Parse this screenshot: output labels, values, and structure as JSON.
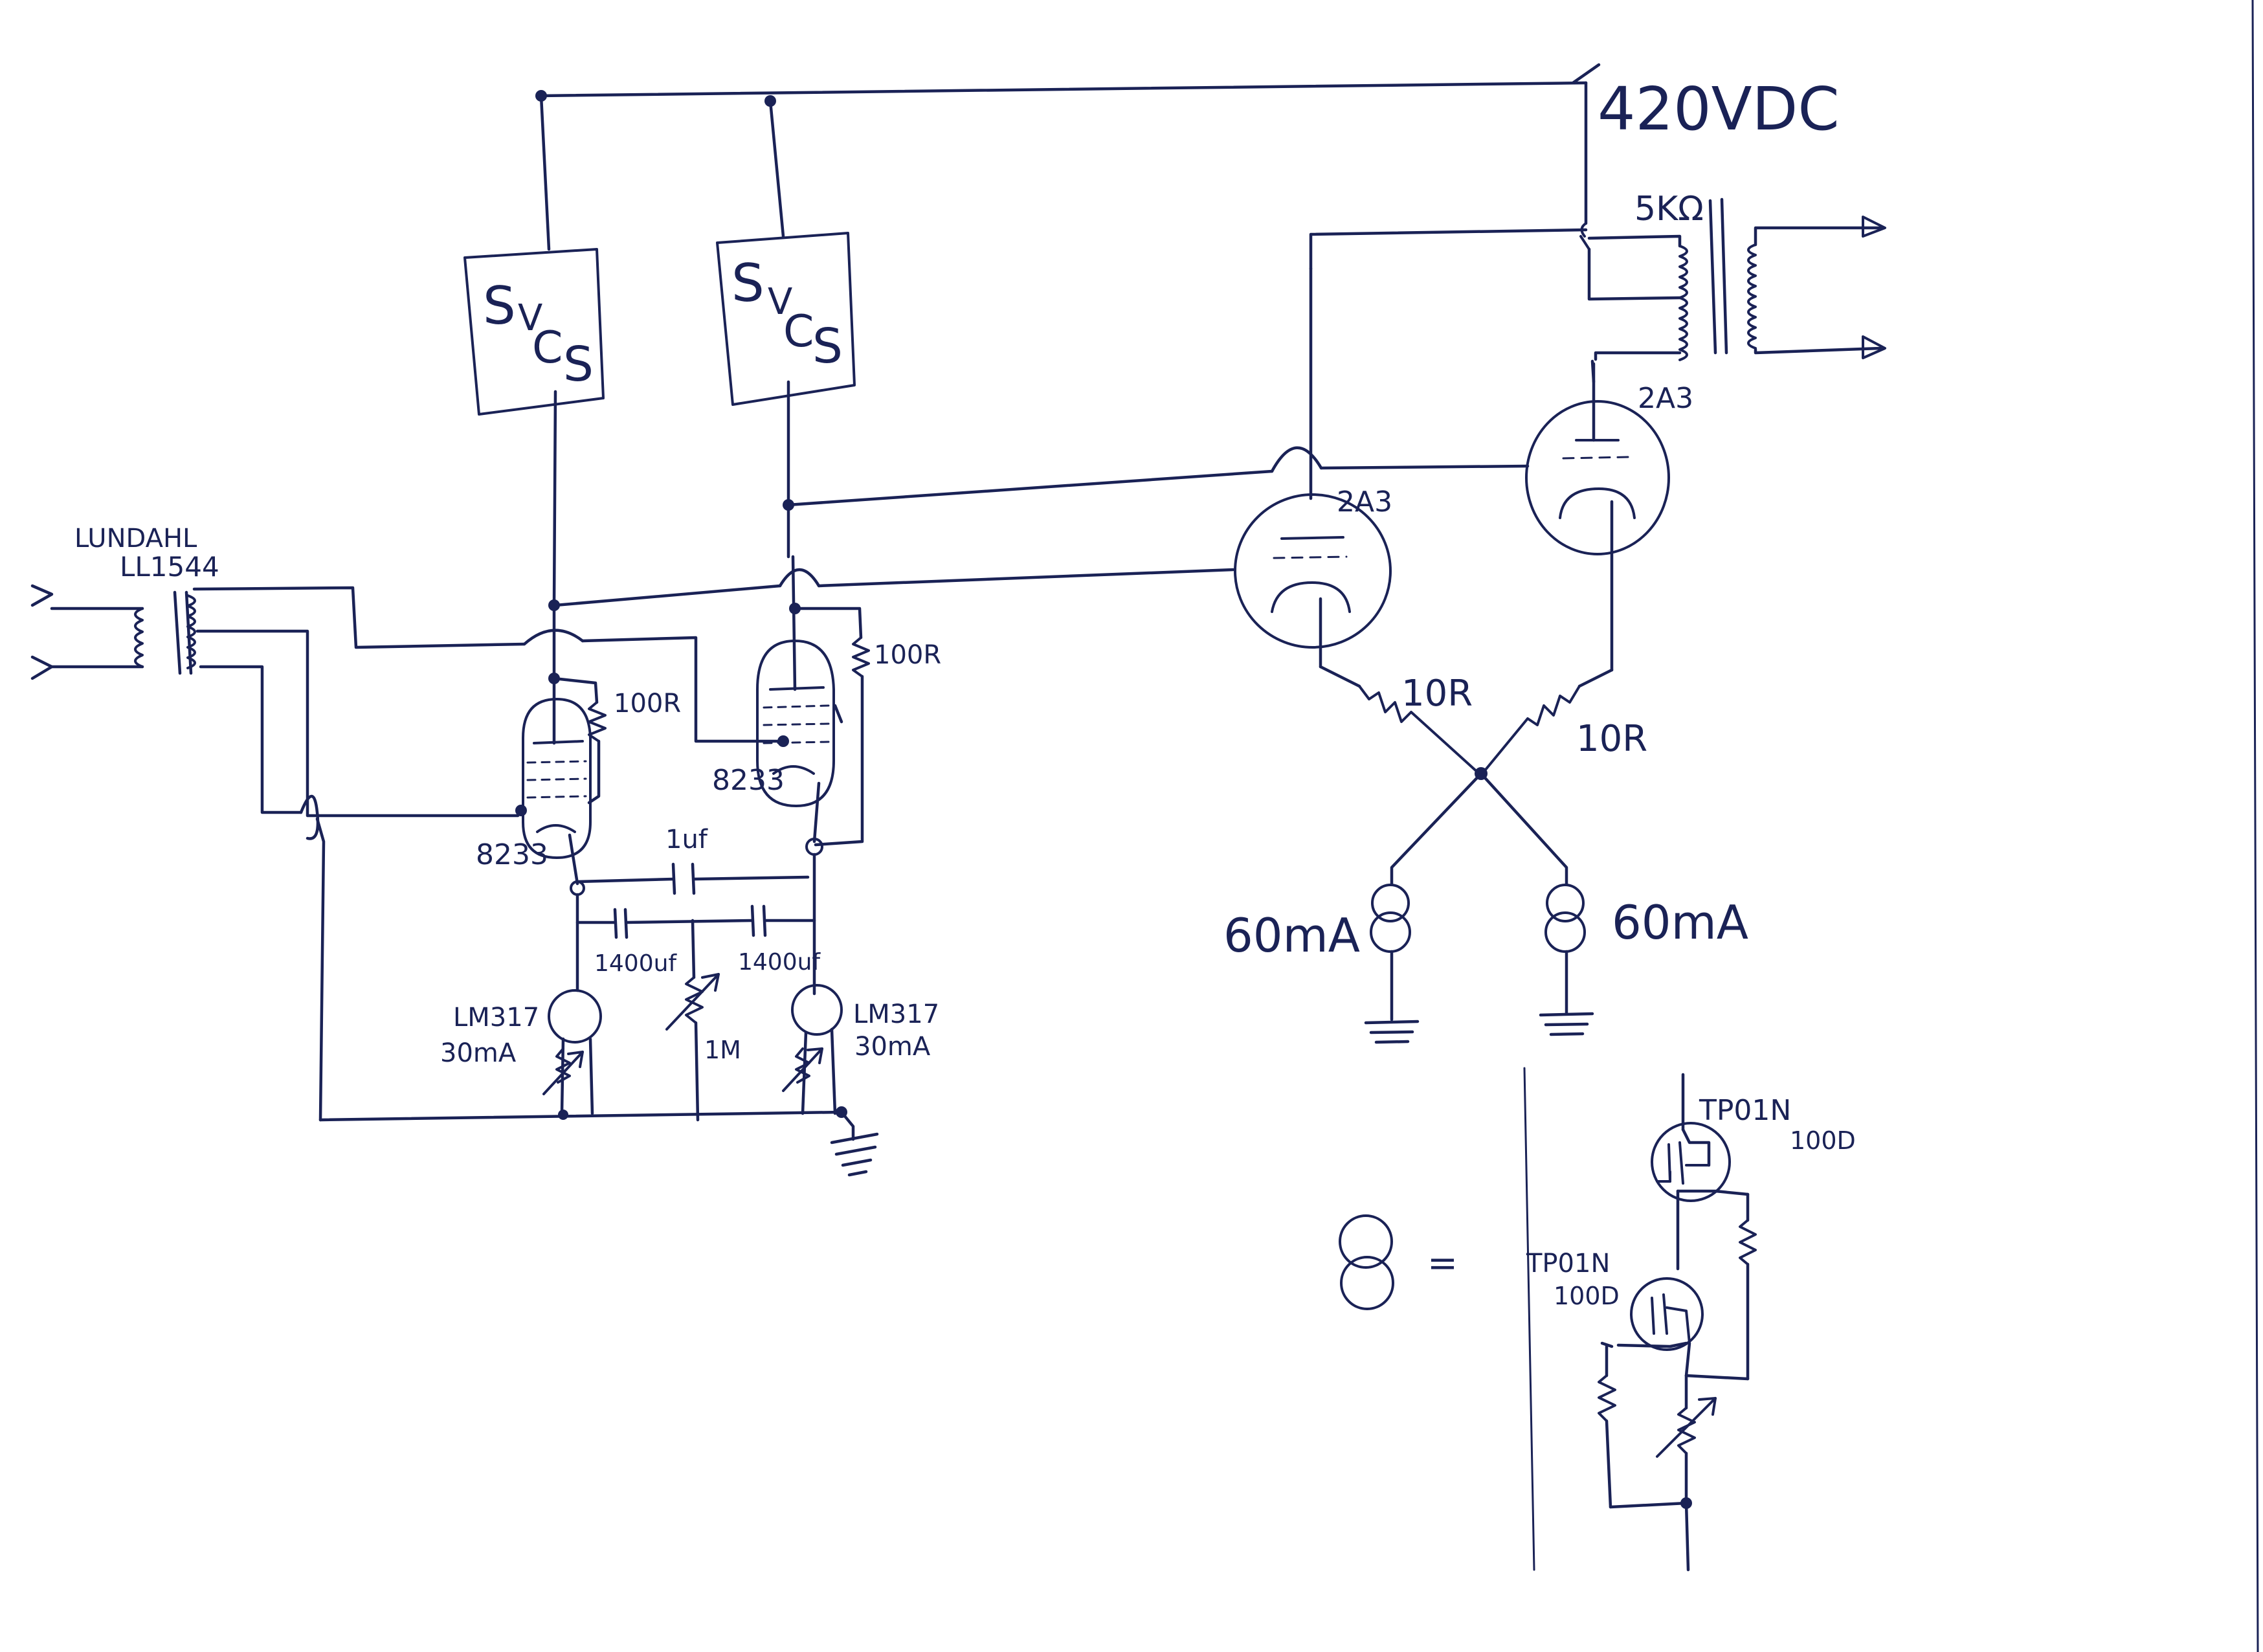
{
  "colors": {
    "ink": "#1a2256",
    "paper": "#ffffff"
  },
  "labels": {
    "supply": "420VDC",
    "ot_impedance": "5KΩ",
    "input_transformer_brand": "LUNDAHL",
    "input_transformer_model": "LL1544",
    "svc_left_a": "S",
    "svc_left_b": "V",
    "svc_left_c": "C",
    "svc_left_d": "S",
    "svc_right_a": "S",
    "svc_right_b": "V",
    "svc_right_c": "C",
    "svc_right_d": "S",
    "tube_driver_left": "8233",
    "tube_driver_right": "8233",
    "tube_output_left": "2A3",
    "tube_output_right": "2A3",
    "res_stopper_left": "100R",
    "res_stopper_right": "100R",
    "res_cathode_left": "10R",
    "res_cathode_right": "10R",
    "cap_coupling": "1uf",
    "cap_left": "1400uf",
    "cap_right": "1400uf",
    "pot_center": "1M",
    "ccs_left_model": "LM317",
    "ccs_left_current": "30mA",
    "ccs_right_model": "LM317",
    "ccs_right_current": "30mA",
    "ccs_output_left": "60mA",
    "ccs_output_right": "60mA",
    "mosfet_top_model": "TP01N",
    "mosfet_top_voltage": "100D",
    "mosfet_bottom_model": "TP01N",
    "mosfet_bottom_voltage": "100D",
    "equals": "="
  }
}
